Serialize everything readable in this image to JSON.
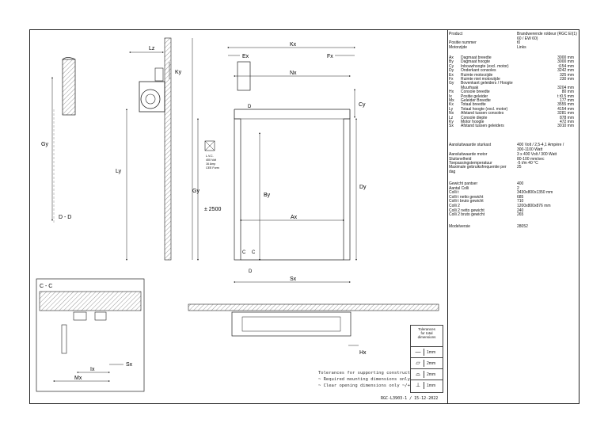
{
  "header": {
    "product_label": "Product",
    "product_value": "Brandwerende roldeur (RGC EI(1) 60 / EW 60)",
    "position_label": "Positie nummer",
    "position_value": "t0",
    "motor_side_label": "Motorzijde",
    "motor_side_value": "Links"
  },
  "dimensions": [
    {
      "code": "Ax",
      "desc": "Dagmaat breedte",
      "value": "3000 mm"
    },
    {
      "code": "By",
      "desc": "Dagmaat hoogte",
      "value": "3000 mm"
    },
    {
      "code": "Cy",
      "desc": "Inbouwhoogte (excl. motor)",
      "value": "t154 mm"
    },
    {
      "code": "Dy",
      "desc": "Onderkant consoles",
      "value": "3242 mm"
    },
    {
      "code": "Ex",
      "desc": "Ruimte motorzijde",
      "value": "325 mm"
    },
    {
      "code": "Fx",
      "desc": "Ruimte niet motorzijde",
      "value": "230 mm"
    },
    {
      "code": "Gy",
      "desc": "Bovenkant geleiders / Hoogte",
      "value": ""
    },
    {
      "code": "",
      "desc": "Muurhaak",
      "value": "3204 mm"
    },
    {
      "code": "Hx",
      "desc": "Console breedte",
      "value": "80 mm"
    },
    {
      "code": "Ix",
      "desc": "Positie geleider",
      "value": "t t0.5 mm"
    },
    {
      "code": "Mx",
      "desc": "Geleider Breedte",
      "value": "177 mm"
    },
    {
      "code": "Kx",
      "desc": "Totaal breedte",
      "value": "3555 mm"
    },
    {
      "code": "Ly",
      "desc": "Totaal hoogte (excl. motor)",
      "value": "4154 mm"
    },
    {
      "code": "Nx",
      "desc": "Afstand tussen consoles",
      "value": "3281 mm"
    },
    {
      "code": "Lz",
      "desc": "Console diepte",
      "value": "878 mm"
    },
    {
      "code": "Ky",
      "desc": "Motor hoogte",
      "value": "472 mm"
    },
    {
      "code": "Sx",
      "desc": "Afstand tussen geleiders",
      "value": "3010 mm"
    }
  ],
  "technical": [
    {
      "label": "Aansluitwaarde sturkast",
      "value": "400 Volt / 2,5-4,1 Ampère /\n300-1100 Watt"
    },
    {
      "label": "Aansluitwaarde motor",
      "value": "3 x 400 Volt / 300 Watt"
    },
    {
      "label": "Sluitsnelheid",
      "value": "80-100 mm/sec"
    },
    {
      "label": "Toepassingstemperatuur",
      "value": "-5 t/m 40 °C"
    },
    {
      "label": "Maximale gebruiksfrequentie per dag",
      "value": "25"
    }
  ],
  "weights": [
    {
      "label": "Gewicht pantser",
      "value": "400"
    },
    {
      "label": "Aantal Colli",
      "value": "2"
    },
    {
      "label": "Colli t",
      "value": "3430x800x1350 mm"
    },
    {
      "label": "Colli t netto gewicht",
      "value": "685"
    },
    {
      "label": "Colli t bruto gewicht",
      "value": "710"
    },
    {
      "label": "Colli 2",
      "value": "1200x800x876 mm"
    },
    {
      "label": "Colli 2 netto gewicht",
      "value": "240"
    },
    {
      "label": "Colli 2 bruto gewicht",
      "value": "265"
    }
  ],
  "model": {
    "label": "Modelversie",
    "value": "28052"
  },
  "drawing": {
    "section_dd": "D - D",
    "section_cc": "C - C",
    "plus_minus": "± 2500",
    "labels": {
      "Kx": "Kx",
      "Ex": "Ex",
      "Fx": "Fx",
      "Nx": "Nx",
      "Lz": "Lz",
      "Ky": "Ky",
      "Cy": "Cy",
      "Gy": "Gy",
      "Ly": "Ly",
      "By": "By",
      "Dy": "Dy",
      "Ax": "Ax",
      "Sx": "Sx",
      "Hx": "Hx",
      "Ix": "Ix",
      "Mx": "Mx",
      "C": "C",
      "D": "D"
    },
    "control_box": [
      "L.V.C.",
      "400 Volt",
      "16 Amp",
      "CEE Form"
    ]
  },
  "tolerances": {
    "line1": "Tolerances for supporting construction",
    "line2": "~ Required mounting dimensions only +/~",
    "line3": "~ Clear opening dimensions only ~/+",
    "box_header": "Tolerances\nfor total\ndimensions",
    "items": [
      {
        "sym": "—",
        "mm": "1mm"
      },
      {
        "sym": "▱",
        "mm": "2mm"
      },
      {
        "sym": "⌓",
        "mm": "2mm"
      },
      {
        "sym": "⊥",
        "mm": "1mm"
      }
    ]
  },
  "reference": "RGC-L3903-1 / 15-12-2022"
}
